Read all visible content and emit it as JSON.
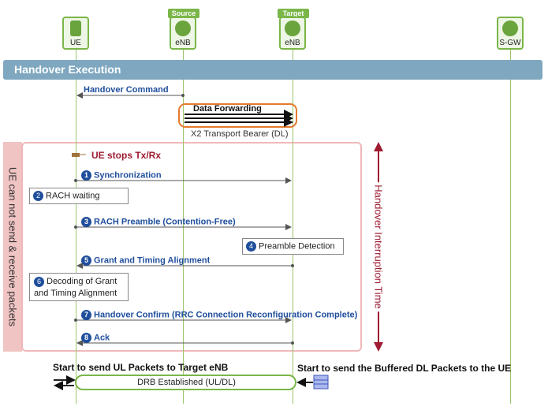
{
  "nodes": [
    {
      "id": "ue",
      "label": "UE",
      "tag": ""
    },
    {
      "id": "src",
      "label": "eNB",
      "tag": "Source"
    },
    {
      "id": "tgt",
      "label": "eNB",
      "tag": "Target"
    },
    {
      "id": "sgw",
      "label": "S-GW",
      "tag": ""
    }
  ],
  "header": {
    "title": "Handover Execution"
  },
  "messages": {
    "handover_command": "Handover Command",
    "data_forwarding": "Data Forwarding",
    "x2_bearer": "X2 Transport Bearer (DL)",
    "ue_stops": "UE stops Tx/Rx",
    "m1": "Synchronization",
    "m2": "RACH waiting",
    "m3": "RACH Preamble (Contention-Free)",
    "m4": "Preamble Detection",
    "m5": "Grant and Timing Alignment",
    "m6a": "Decoding of Grant",
    "m6b": "and Timing Alignment",
    "m7": "Handover Confirm (RRC Connection Reconfiguration Complete)",
    "m8": "Ack"
  },
  "steps": {
    "s1": "1",
    "s2": "2",
    "s3": "3",
    "s4": "4",
    "s5": "5",
    "s6": "6",
    "s7": "7",
    "s8": "8"
  },
  "side": {
    "left": "UE can not send & receive packets",
    "right": "Handover Interruption Time"
  },
  "footer": {
    "ul": "Start to send UL Packets to Target eNB",
    "dl": "Start to send the Buffered DL Packets to the UE",
    "drb": "DRB Established (UL/DL)"
  },
  "colors": {
    "green": "#7ab648",
    "blue": "#1f4e9c",
    "red": "#9e1b32",
    "pink": "#f3c9c9"
  }
}
